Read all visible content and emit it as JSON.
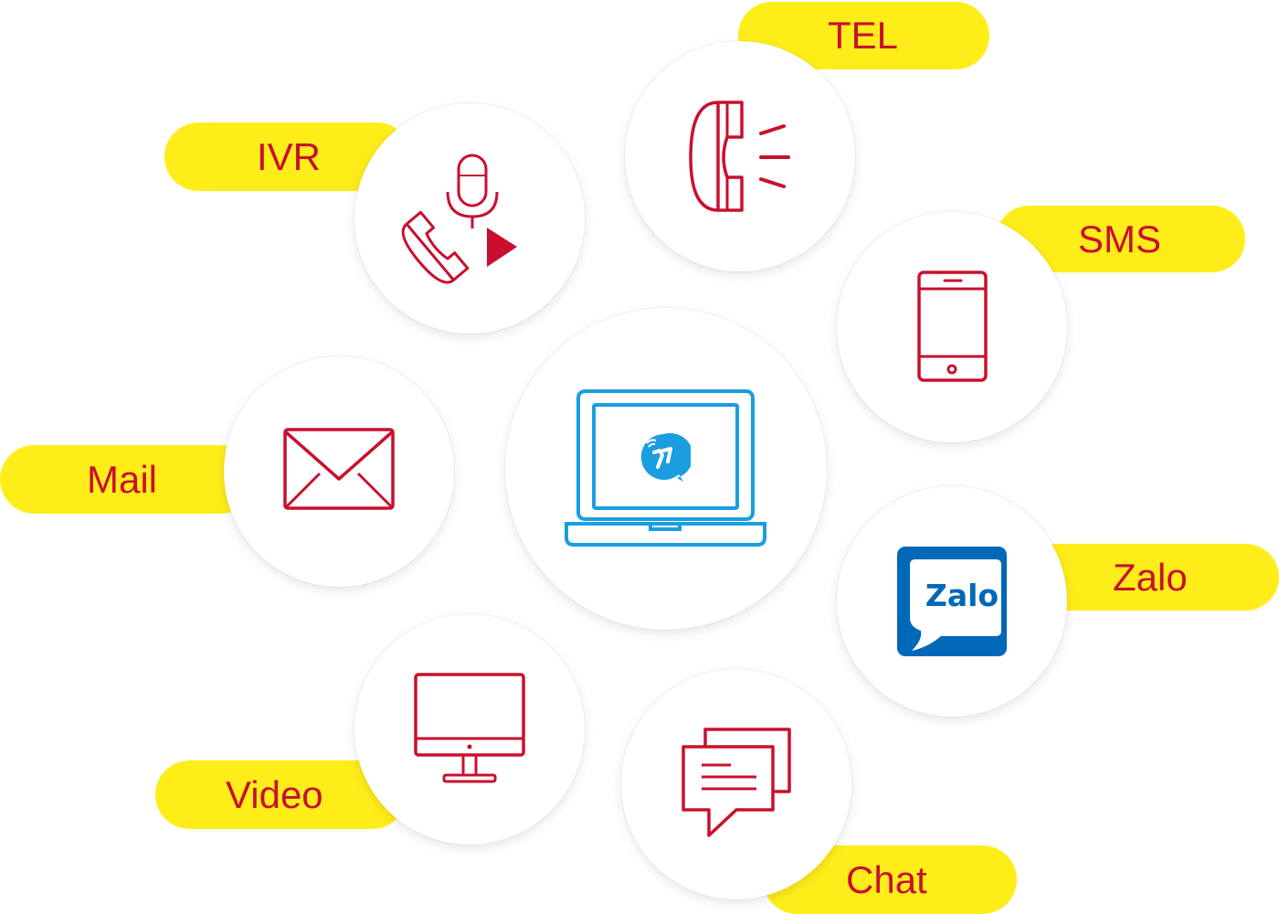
{
  "center": {
    "label": "",
    "icon": "laptop-icon",
    "logo": "brand-logo-icon"
  },
  "channels": {
    "tel": {
      "label": "TEL",
      "icon": "phone-receiver-icon"
    },
    "ivr": {
      "label": "IVR",
      "icon": "ivr-microphone-phone-icon"
    },
    "sms": {
      "label": "SMS",
      "icon": "smartphone-icon"
    },
    "mail": {
      "label": "Mail",
      "icon": "envelope-icon"
    },
    "zalo": {
      "label": "Zalo",
      "icon": "zalo-logo-icon",
      "logo_text": "Zalo"
    },
    "video": {
      "label": "Video",
      "icon": "monitor-icon"
    },
    "chat": {
      "label": "Chat",
      "icon": "chat-bubbles-icon"
    }
  },
  "colors": {
    "accent_red": "#c8102e",
    "label_yellow": "#ffed1a",
    "center_blue": "#1a9ee0",
    "zalo_blue": "#0068b8"
  }
}
